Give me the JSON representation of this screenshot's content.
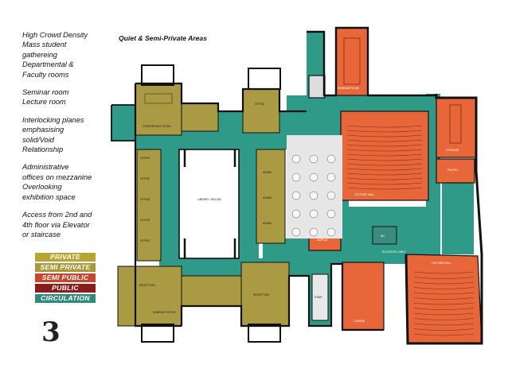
{
  "notes": [
    [
      "High Crowd Density",
      "Mass student",
      "gathereing",
      "Departmental &",
      "Faculty rooms"
    ],
    [
      "Seminar room",
      "Lecture room"
    ],
    [
      "Interlocking planes",
      "emphasising",
      "solid/Void",
      "Relationship"
    ],
    [
      "Administrative",
      "offices on mezzanine",
      "Overlooking",
      "exhibition space"
    ],
    [
      "Access from 2nd and",
      "4th floor via Elevator",
      "or staircase"
    ]
  ],
  "heading": "Quiet & Semi-Private Areas",
  "legend": [
    {
      "label": "PRIVATE",
      "color": "#b8a433"
    },
    {
      "label": "SEMI PRIVATE",
      "color": "#a89a3c"
    },
    {
      "label": "SEMI PUBLIC",
      "color": "#c8472a"
    },
    {
      "label": "PUBLIC",
      "color": "#8b1c1c"
    },
    {
      "label": "CIRCULATION",
      "color": "#2f8a7c"
    }
  ],
  "page_number": "3",
  "colors": {
    "olive": "#a99a43",
    "teal": "#2f9a88",
    "orange": "#e8673a",
    "wall": "#111111",
    "void": "#ffffff",
    "exhibition": "#e4e4e4"
  },
  "room_labels": {
    "conference": "CONFERENCE ROOM",
    "office": "OFFICE",
    "admin": "ADMIN",
    "reception": "RECEPTION",
    "void": "LIBRARY / BELOW",
    "seminar_office": "SEMINAR OFFICE",
    "lecture_hall": "LECTURE HALL",
    "lecture_hall_2": "LECTURE HALL",
    "elevator_lobby": "ELEVATOR LOBBY",
    "seminar_room": "SEMINAR ROOM",
    "staircase": "STAIR",
    "lounge": "LOUNGE",
    "storage": "STORAGE",
    "pantry": "PANTRY",
    "display": "DISPLAY",
    "wc": "WC"
  }
}
